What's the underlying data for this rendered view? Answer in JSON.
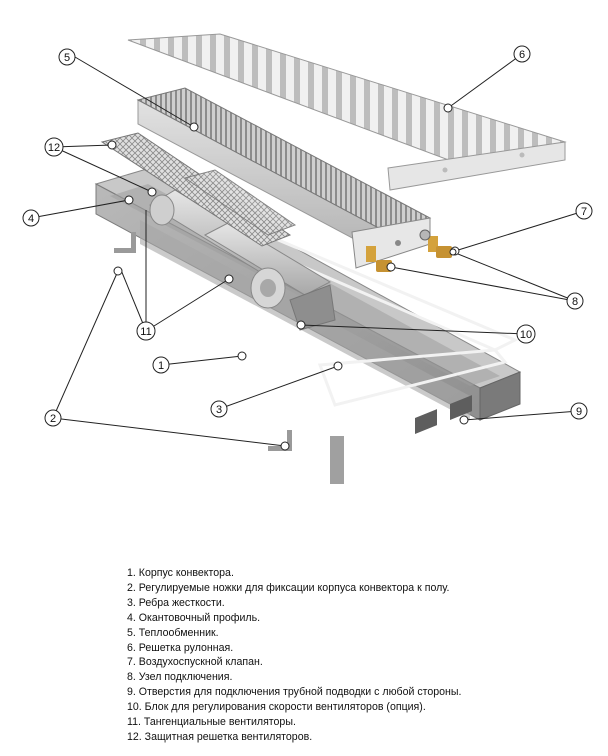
{
  "callouts": [
    "1",
    "2",
    "3",
    "4",
    "5",
    "6",
    "7",
    "8",
    "9",
    "10",
    "11",
    "12"
  ],
  "legend": [
    "1. Корпус  конвектора.",
    "2. Регулируемые ножки для фиксации корпуса конвектора к полу.",
    "3. Ребра жесткости.",
    "4. Окантовочный профиль.",
    "5. Теплообменник.",
    "6. Решетка рулонная.",
    "7. Воздухоспускной клапан.",
    "8. Узел подключения.",
    "9. Отверстия для подключения трубной подводки с любой стороны.",
    "10. Блок для регулирования скорости вентиляторов (опция).",
    "11. Тангенциальные вентиляторы.",
    "12. Защитная решетка вентиляторов."
  ]
}
